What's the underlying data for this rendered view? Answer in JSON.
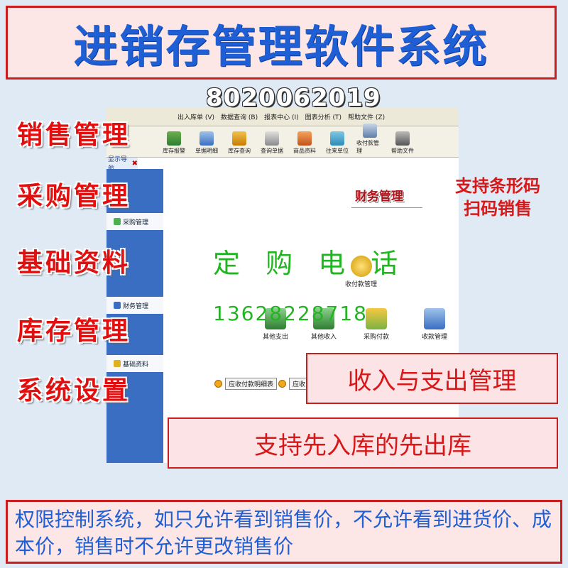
{
  "header": {
    "title": "进销存管理软件系统",
    "serial": "8020062019"
  },
  "app": {
    "menu": [
      "出入库单 (V)",
      "数据查询 (B)",
      "报表中心 (I)",
      "图表分析 (T)",
      "帮助文件 (Z)"
    ],
    "toolbar": [
      "库存报警",
      "单据明细",
      "库存查询",
      "查询单据",
      "商品资料",
      "往来单位",
      "收付款管理",
      "帮助文件"
    ],
    "nav_tab": "显示导航",
    "sidebar": [
      "采购管理",
      "财务管理",
      "基础资料"
    ],
    "panel_title": "财务管理",
    "nodes": [
      "收付款管理",
      "其他支出",
      "其他收入",
      "采购付款",
      "收款管理"
    ],
    "links": [
      "应收付款明细表",
      "应收"
    ]
  },
  "overlays": {
    "order_phone_label": "定 购 电 话",
    "order_phone_number": "13628228718",
    "features": [
      "销售管理",
      "采购管理",
      "基础资料",
      "库存管理",
      "系统设置"
    ],
    "barcode_line1": "支持条形码",
    "barcode_line2": "扫码销售",
    "income_expense": "收入与支出管理",
    "fifo": "支持先入库的先出库"
  },
  "footer": {
    "text": "权限控制系统，如只允许看到销售价，不允许看到进货价、成本价，销售时不允许更改销售价"
  },
  "colors": {
    "accent_red": "#c81e1e",
    "title_blue": "#1f5fd6",
    "phone_green": "#22b522",
    "sidebar_blue": "#3a6ec2"
  }
}
